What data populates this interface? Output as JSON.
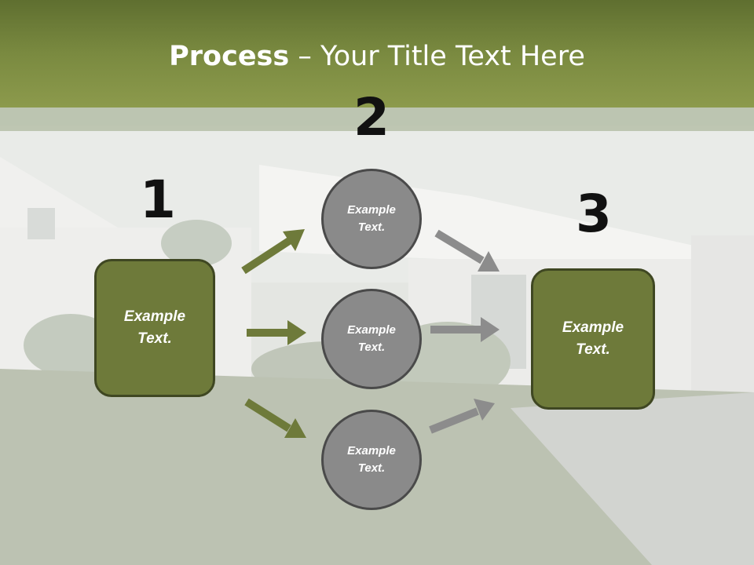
{
  "slide": {
    "title_bold": "Process",
    "title_rest": " – Your Title Text Here"
  },
  "steps": {
    "one": {
      "number": "1",
      "text": "Example\nText."
    },
    "two": {
      "number": "2"
    },
    "three": {
      "number": "3",
      "text": "Example\nText."
    }
  },
  "circles": [
    {
      "text": "Example\nText."
    },
    {
      "text": "Example\nText."
    },
    {
      "text": "Example\nText."
    }
  ],
  "colors": {
    "title_bar": "#7a8a40",
    "box_fill": "#6e7a3a",
    "circle_fill": "#8a8a8a",
    "arrow_green": "#6e7a3a",
    "arrow_gray": "#8c8c8c"
  }
}
